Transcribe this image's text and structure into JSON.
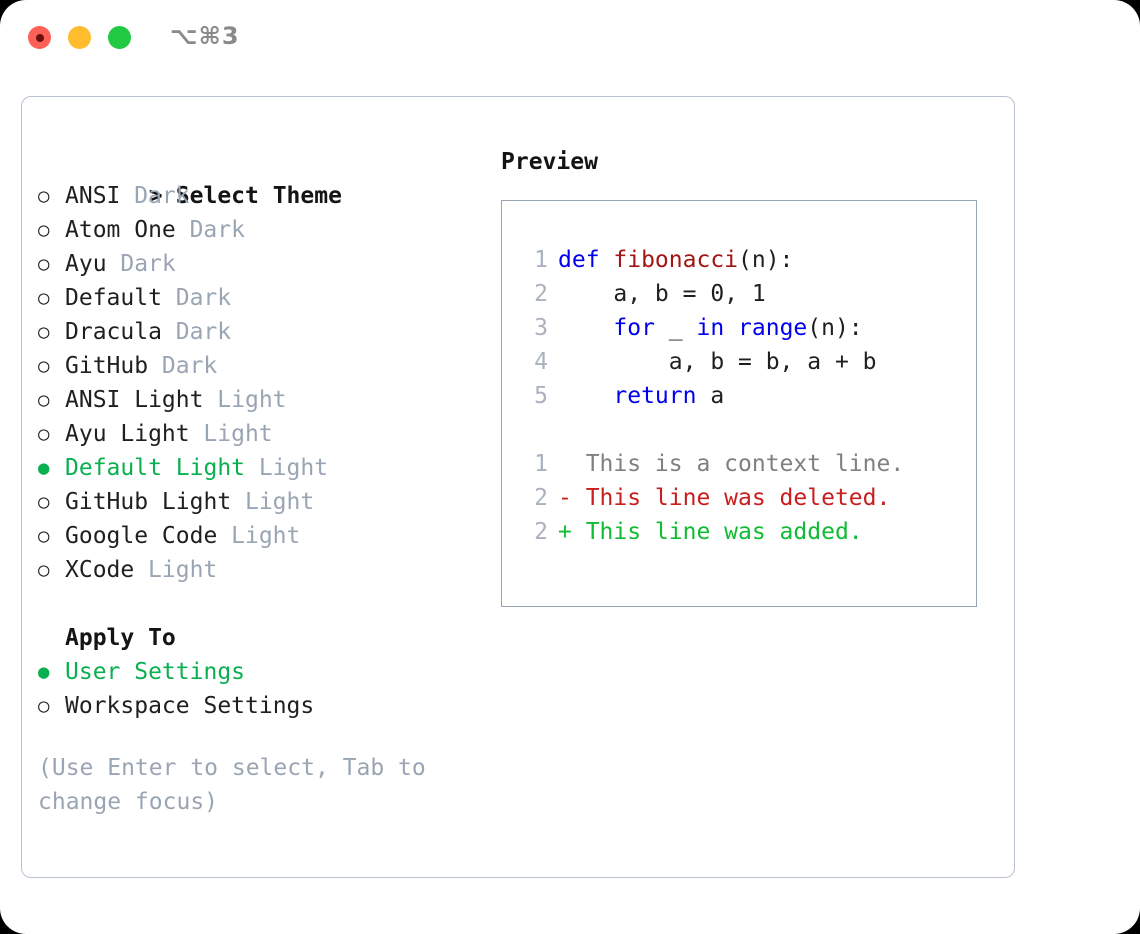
{
  "titlebar": {
    "shortcut": "⌥⌘3",
    "dots": [
      {
        "name": "close",
        "color": "#ff6159"
      },
      {
        "name": "minimize",
        "color": "#ffbd2e"
      },
      {
        "name": "maximize",
        "color": "#22c942"
      }
    ]
  },
  "theme_section": {
    "caret": ">",
    "header": "Select Theme",
    "marker_selected": "●",
    "marker_unselected": "○",
    "items": [
      {
        "label": "ANSI",
        "tag": "Dark",
        "selected": false
      },
      {
        "label": "Atom One",
        "tag": "Dark",
        "selected": false
      },
      {
        "label": "Ayu",
        "tag": "Dark",
        "selected": false
      },
      {
        "label": "Default",
        "tag": "Dark",
        "selected": false
      },
      {
        "label": "Dracula",
        "tag": "Dark",
        "selected": false
      },
      {
        "label": "GitHub",
        "tag": "Dark",
        "selected": false
      },
      {
        "label": "ANSI Light",
        "tag": "Light",
        "selected": false
      },
      {
        "label": "Ayu Light",
        "tag": "Light",
        "selected": false
      },
      {
        "label": "Default Light",
        "tag": "Light",
        "selected": true
      },
      {
        "label": "GitHub Light",
        "tag": "Light",
        "selected": false
      },
      {
        "label": "Google Code",
        "tag": "Light",
        "selected": false
      },
      {
        "label": "XCode",
        "tag": "Light",
        "selected": false
      }
    ]
  },
  "apply_section": {
    "header": "Apply To",
    "items": [
      {
        "label": "User Settings",
        "selected": true
      },
      {
        "label": "Workspace Settings",
        "selected": false
      }
    ]
  },
  "hint": "(Use Enter to select, Tab to change focus)",
  "preview": {
    "title": "Preview",
    "code_lines": [
      {
        "no": "1",
        "tokens": [
          {
            "t": "def ",
            "c": "kw"
          },
          {
            "t": "fibonacci",
            "c": "fn"
          },
          {
            "t": "(n):",
            "c": "plain"
          }
        ]
      },
      {
        "no": "2",
        "tokens": [
          {
            "t": "    a, b = 0, 1",
            "c": "plain"
          }
        ]
      },
      {
        "no": "3",
        "tokens": [
          {
            "t": "    ",
            "c": "plain"
          },
          {
            "t": "for",
            "c": "kw"
          },
          {
            "t": " _ ",
            "c": "plain"
          },
          {
            "t": "in range",
            "c": "kw"
          },
          {
            "t": "(n):",
            "c": "plain"
          }
        ]
      },
      {
        "no": "4",
        "tokens": [
          {
            "t": "        a, b = b, a + b",
            "c": "plain"
          }
        ]
      },
      {
        "no": "5",
        "tokens": [
          {
            "t": "    ",
            "c": "plain"
          },
          {
            "t": "return",
            "c": "kw"
          },
          {
            "t": " a",
            "c": "plain"
          }
        ]
      }
    ],
    "diff_lines": [
      {
        "no": "1",
        "tokens": [
          {
            "t": "  This is a context line.",
            "c": "ctx"
          }
        ]
      },
      {
        "no": "2",
        "tokens": [
          {
            "t": "- This line was deleted.",
            "c": "del"
          }
        ]
      },
      {
        "no": "2",
        "tokens": [
          {
            "t": "+ This line was added.",
            "c": "add"
          }
        ]
      }
    ]
  },
  "colors": {
    "accent_green": "#0ab04f",
    "tag_gray": "#9aa5b4",
    "keyword_blue": "#0000ee",
    "function_red": "#a31515",
    "diff_add": "#11bb33",
    "diff_del": "#c81e1e",
    "border": "#b9c2cf"
  }
}
